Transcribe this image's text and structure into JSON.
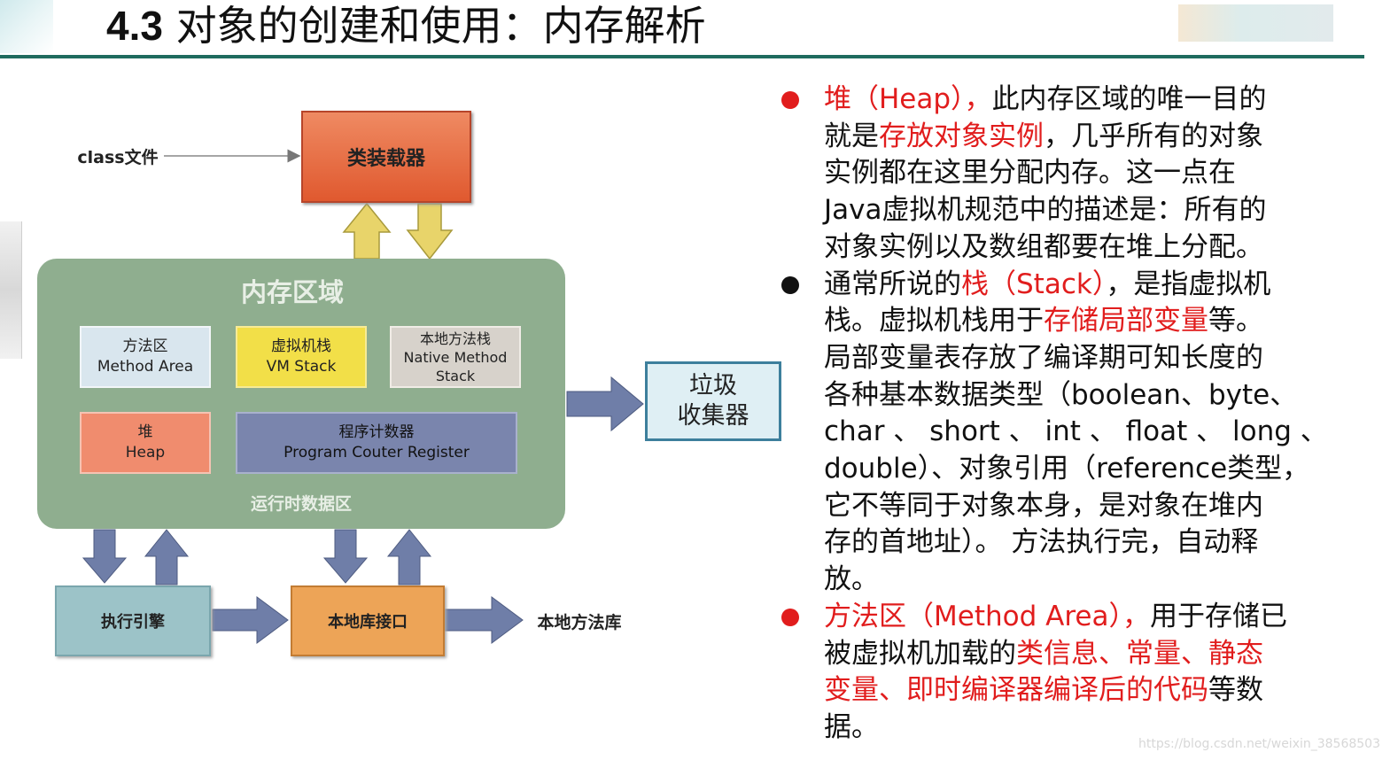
{
  "header": {
    "title_num": "4.3",
    "title_text": "对象的创建和使用：内存解析",
    "accent_color": "#1f6b5e"
  },
  "diagram": {
    "class_file": "class文件",
    "class_loader": "类装载器",
    "memory_area": "内存区域",
    "method_area_cn": "方法区",
    "method_area_en": "Method Area",
    "vm_stack_cn": "虚拟机栈",
    "vm_stack_en": "VM Stack",
    "native_stack_cn": "本地方法栈",
    "native_stack_en1": "Native Method",
    "native_stack_en2": "Stack",
    "heap_cn": "堆",
    "heap_en": "Heap",
    "pc_cn": "程序计数器",
    "pc_en": "Program Couter Register",
    "runtime_area": "运行时数据区",
    "gc_line1": "垃圾",
    "gc_line2": "收集器",
    "exec_engine": "执行引擎",
    "native_interface": "本地库接口",
    "native_lib": "本地方法库"
  },
  "bullets": [
    {
      "color": "#e11d1d",
      "lines": [
        [
          {
            "t": "堆（Heap），",
            "red": true
          },
          {
            "t": "此内存区域的唯一目的"
          }
        ],
        [
          {
            "t": "就是"
          },
          {
            "t": "存放对象实例",
            "red": true
          },
          {
            "t": "，几乎所有的对象"
          }
        ],
        [
          {
            "t": "实例都在这里分配内存。这一点在"
          }
        ],
        [
          {
            "t": "Java虚拟机规范中的描述是：所有的"
          }
        ],
        [
          {
            "t": "对象实例以及数组都要在堆上分配。"
          }
        ]
      ]
    },
    {
      "color": "#111111",
      "lines": [
        [
          {
            "t": "通常所说的"
          },
          {
            "t": "栈（Stack）",
            "red": true
          },
          {
            "t": "，是指虚拟机"
          }
        ],
        [
          {
            "t": "栈。虚拟机栈用于"
          },
          {
            "t": "存储局部变量",
            "red": true
          },
          {
            "t": "等。"
          }
        ],
        [
          {
            "t": "局部变量表存放了编译期可知长度的"
          }
        ],
        [
          {
            "t": "各种基本数据类型（boolean、byte、"
          }
        ],
        [
          {
            "t": "char 、 short 、 int 、 float 、 long 、"
          }
        ],
        [
          {
            "t": "double）、对象引用（reference类型，"
          }
        ],
        [
          {
            "t": "它不等同于对象本身，是对象在堆内"
          }
        ],
        [
          {
            "t": "存的首地址）。 方法执行完，自动释"
          }
        ],
        [
          {
            "t": "放。"
          }
        ]
      ]
    },
    {
      "color": "#e11d1d",
      "lines": [
        [
          {
            "t": "方法区（Method Area），",
            "red": true
          },
          {
            "t": "用于存储已"
          }
        ],
        [
          {
            "t": "被虚拟机加载的"
          },
          {
            "t": "类信息、常量、静态",
            "red": true
          }
        ],
        [
          {
            "t": "变量、即时编译器编译后的代码",
            "red": true
          },
          {
            "t": "等数"
          }
        ],
        [
          {
            "t": "据。"
          }
        ]
      ]
    }
  ],
  "watermark": "https://blog.csdn.net/weixin_38568503"
}
